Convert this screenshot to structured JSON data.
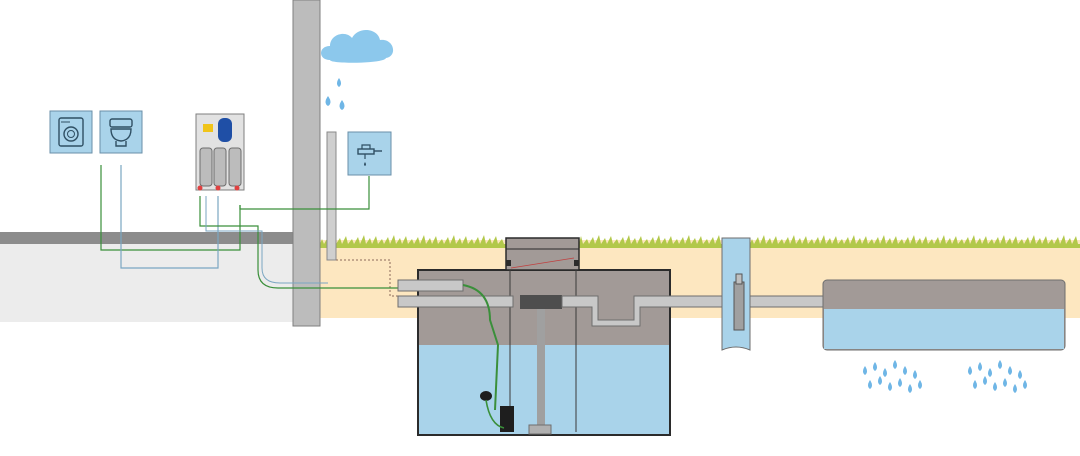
{
  "diagram": {
    "kind": "rainwater harvesting system schematic",
    "labels": [],
    "appliances": [
      {
        "name": "washing-machine",
        "icon": "washing-machine-icon"
      },
      {
        "name": "toilet",
        "icon": "toilet-icon"
      },
      {
        "name": "garden-tap",
        "icon": "faucet-icon"
      }
    ],
    "components": [
      "house-wall",
      "roof-gutter-cloud",
      "downpipe",
      "control-unit",
      "underground-tank",
      "submersible-pump",
      "floating-suction",
      "overflow-inspection-shaft",
      "infiltration-tank"
    ],
    "colors": {
      "icon_bg": "#a9d3ea",
      "water": "#a9d3ea",
      "soil": "#fde7c0",
      "grass": "#b2c84a",
      "tank_dark": "#a29a97",
      "pipe_gray": "#c8c8c8",
      "line_green": "#3a8f3a",
      "line_blue": "#7aa6c2",
      "wall": "#bcbcbc",
      "cloud": "#8cc8ec",
      "drop": "#6fb6e6"
    }
  }
}
